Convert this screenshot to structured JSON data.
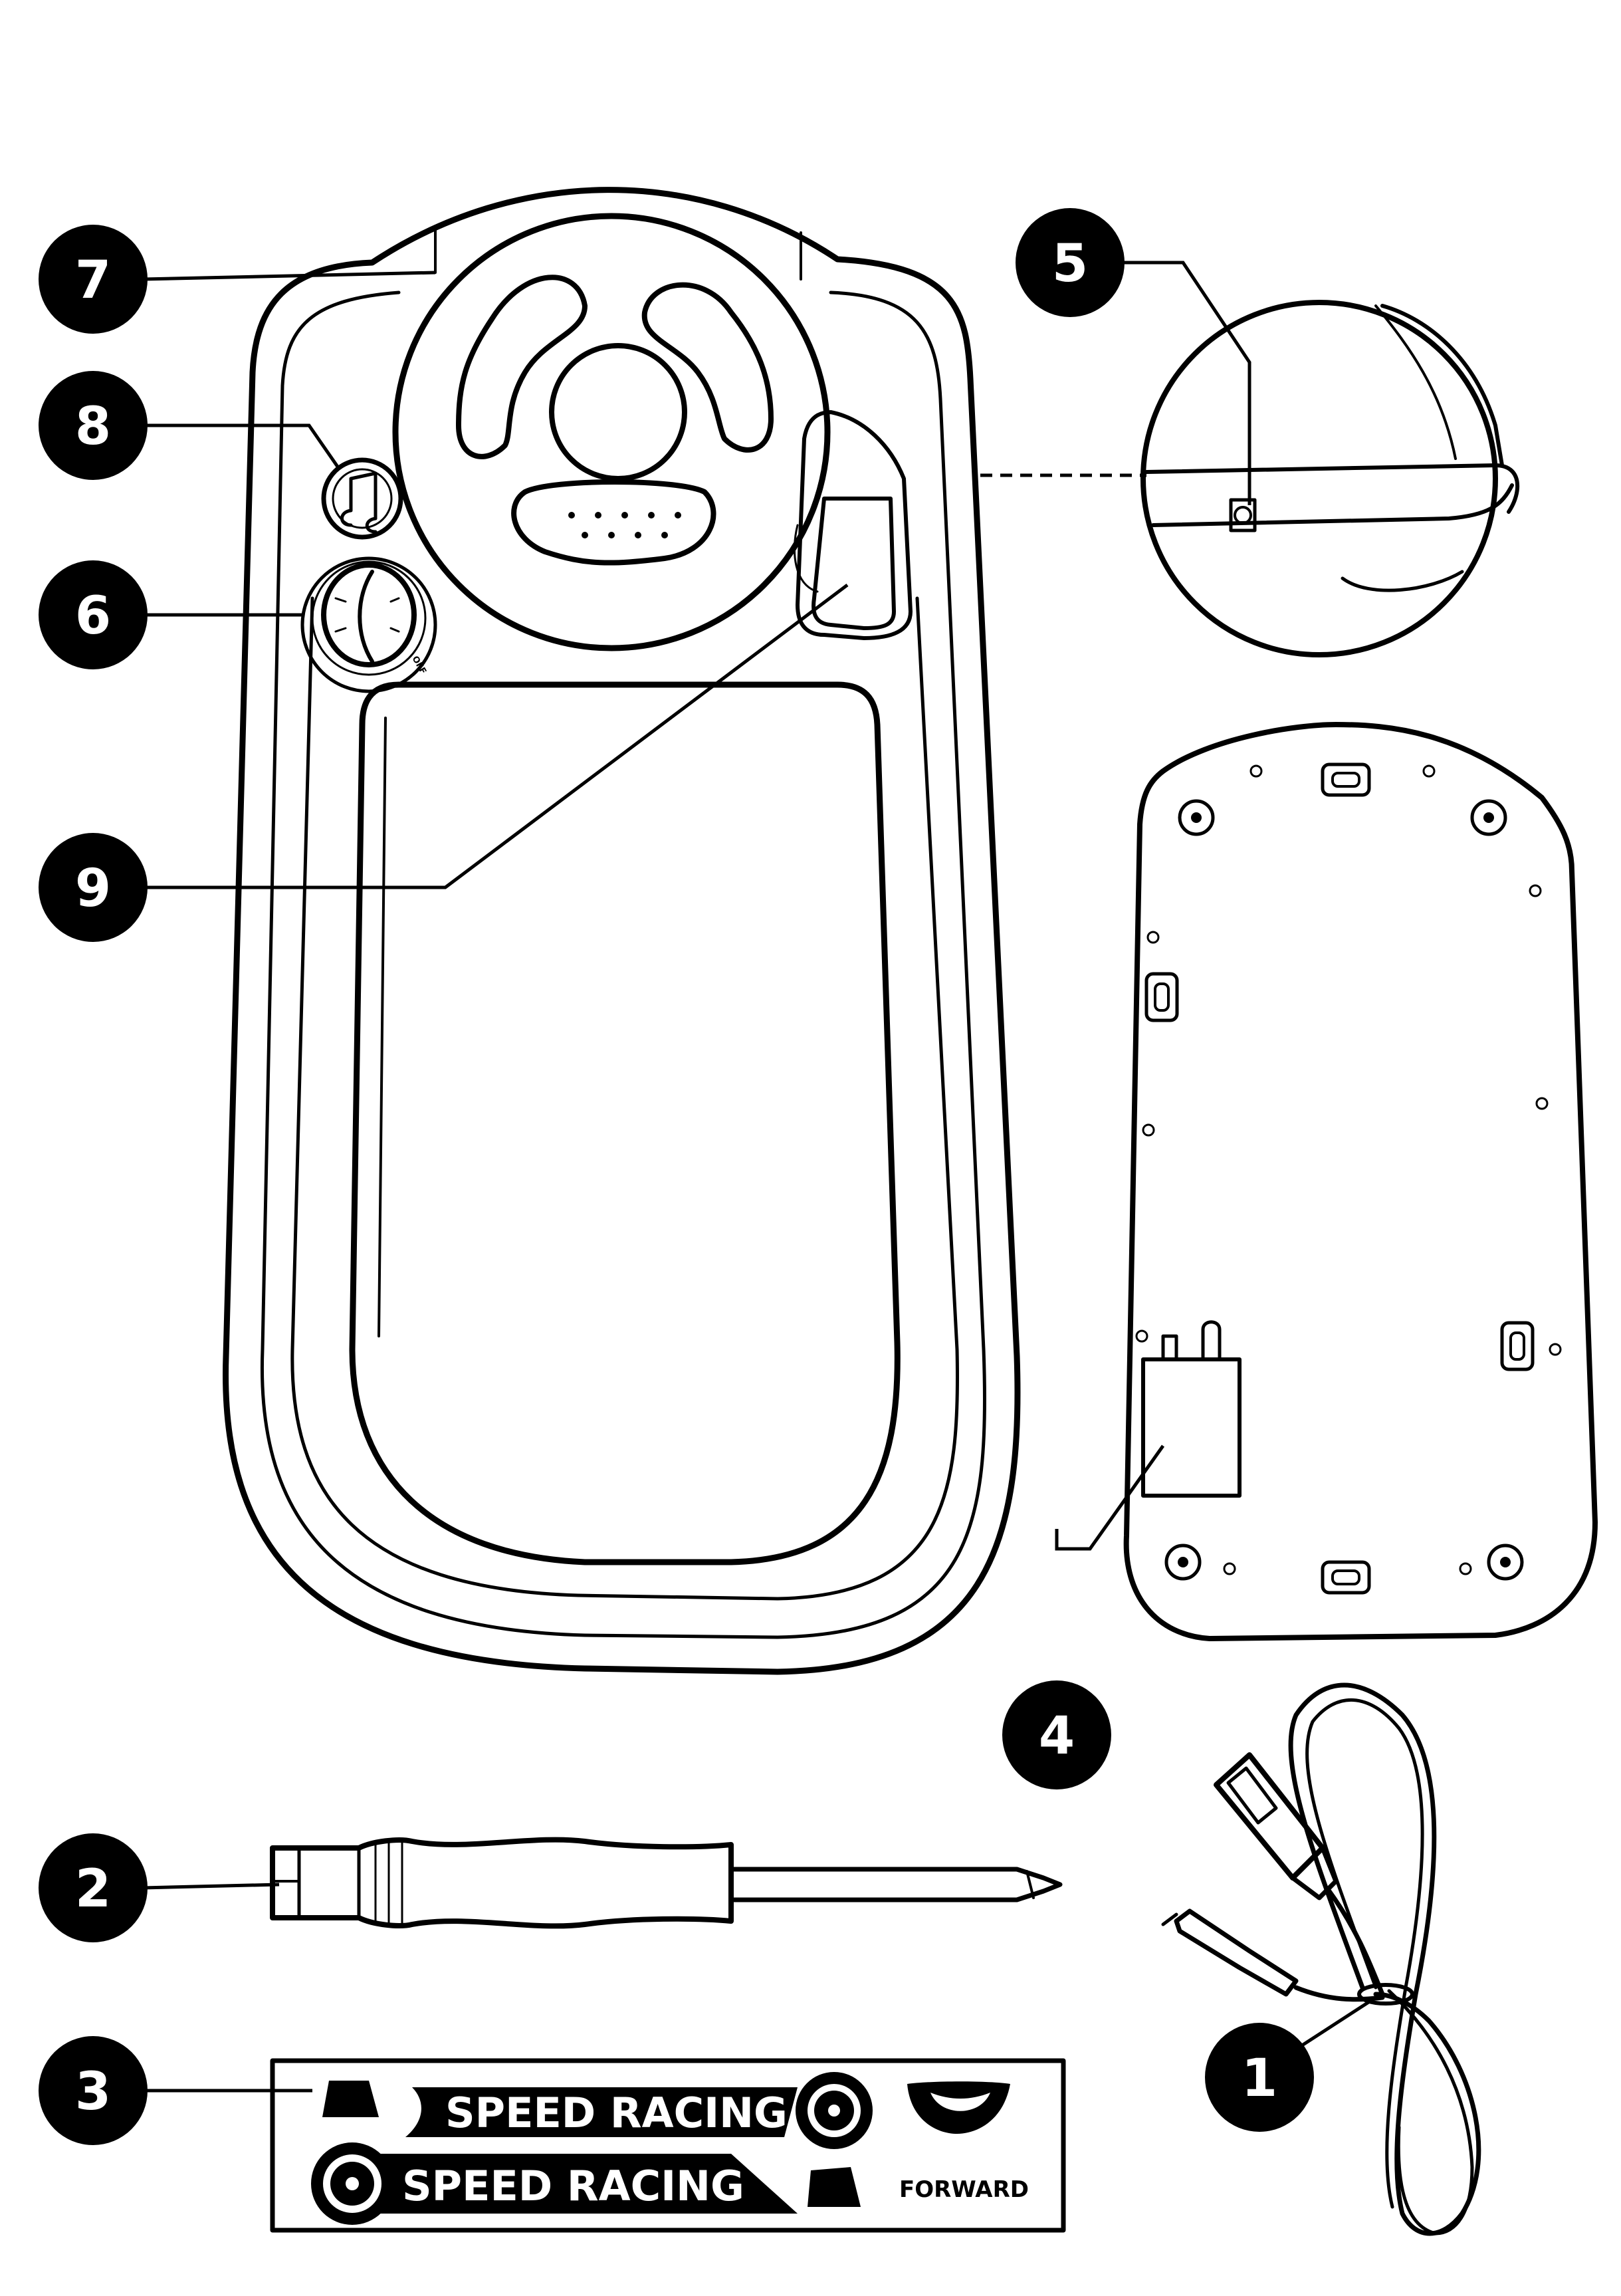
{
  "callouts": [
    {
      "id": "1",
      "label": "1"
    },
    {
      "id": "2",
      "label": "2"
    },
    {
      "id": "3",
      "label": "3"
    },
    {
      "id": "4",
      "label": "4"
    },
    {
      "id": "5",
      "label": "5"
    },
    {
      "id": "6",
      "label": "6"
    },
    {
      "id": "7",
      "label": "7"
    },
    {
      "id": "8",
      "label": "8"
    },
    {
      "id": "9",
      "label": "9"
    }
  ],
  "sticker": {
    "line1": "SPEED RACING",
    "line2": "SPEED RACING",
    "forward": "FORWARD"
  },
  "dial": {
    "off": "OFF"
  },
  "colors": {
    "ink": "#000000",
    "paper": "#ffffff"
  },
  "icons": [
    "steering-wheel",
    "music-note-icon",
    "power-dial",
    "battery-compartment",
    "screwdriver",
    "usb-charging-cable",
    "sticker-sheet",
    "charging-port"
  ]
}
